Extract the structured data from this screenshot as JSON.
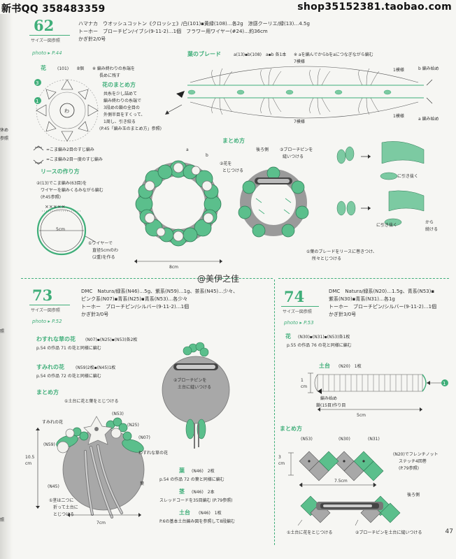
{
  "watermark": {
    "left": "新书QQ 358483359",
    "right": "shop35152381.taobao.com",
    "credit": "@美伊之佳"
  },
  "page_number": "47",
  "left_edge": [
    "休め",
    "参照",
    "照",
    "照"
  ],
  "s62": {
    "number": "62",
    "size": "サイズ一図参照",
    "photo": "photo ▸ P.44",
    "materials": [
      "ハマナカ　ウオッシュコットン《クロッシェ》/白(101)▪黄緑(108)…各2g　涼感クーリエ/緑(13)…4.5g",
      "トーホー　ブローチピン/イブシ(9-11-2)…1個　フラワー用ワイヤー(#24)…約36cm",
      "かぎ針2/0号"
    ],
    "flower": {
      "heading": "花",
      "c1": "(101)",
      "c2": "8個",
      "circle3": "③",
      "circle1": "①",
      "center": "わ",
      "note1": "※ 編み終わりの糸端を",
      "note2": "長めに残す"
    },
    "summary": {
      "heading": "花のまとめ方",
      "lines": [
        "共糸を少し詰めて",
        "編み終わりの糸端で",
        "3段めの鎖の全目の",
        "外側半目をすくって、",
        "1周し、引き絞る",
        "(P.45「編み玉のまとめ方」参照)"
      ]
    },
    "legend": {
      "l1": "=こま編み2目のすじ編み",
      "l2": "=こま編み2目一度のすじ編み"
    },
    "wreath_make": {
      "heading": "リースの作り方",
      "lines": [
        "②(13)でこま編み(63目)を",
        "ワイヤーを編みくるみながら編む",
        "(P.45参照)"
      ],
      "dim": "5cm",
      "note1": "①ワイヤーで",
      "note2": "直径5cmのわ",
      "note3": "(2重)を作る"
    },
    "braid": {
      "heading": "葉のブレード",
      "spec": "a(13)▪b(108)　a▪b 各1本",
      "note": "※ aを編んでからbをaにつなぎながら編む",
      "rep1": "7模様",
      "rep2": "7模様",
      "one1": "1模様",
      "one2": "1模様",
      "b_start": "b 編み始め",
      "a_start": "a 編み始め"
    },
    "assembly": {
      "heading": "まとめ方",
      "back": "後ろ側",
      "pin1": "③ブローチピンを",
      "pin2": "縫いつける",
      "a": "a",
      "b": "b",
      "flower_attach1": "②花を",
      "flower_attach2": "とじつける",
      "dim": "8cm",
      "leaf1": "①葉のブレードをリースに巻きつけ、",
      "leaf2": "所々とじつける"
    },
    "side": {
      "pull1": "に引き抜く",
      "pull2": "に引き抜く",
      "cont1": "から",
      "cont2": "続ける"
    }
  },
  "s73": {
    "number": "73",
    "size": "サイズ一図参照",
    "photo": "photo ▸ P.52",
    "materials": [
      "DMC　Natura/緑系(N46)…5g、紫系(N59)…1g、茶系(N45)…少々、",
      "ピンク系(N07)▪青系(N25)▪青系(N53)…各少々",
      "トーホー　ブローチピン/シルバー(9-11-2)…1個",
      "かぎ針3/0号"
    ],
    "forget": {
      "heading": "わすれな草の花",
      "spec": "(N07)▪(N25)▪(N53)各2枚",
      "ref": "p.54 の作品 71 の花と同様に編む"
    },
    "violet": {
      "heading": "すみれの花",
      "spec": "(N59)2枚▪(N45)1枚",
      "ref": "p.54 の作品 72 の花と同様に編む"
    },
    "assembly": {
      "heading": "まとめ方",
      "step1": "①土台に花と葉をとじつける",
      "violet": "すみれの花",
      "c53": "(N53)",
      "c25": "(N25)",
      "c59": "(N59)",
      "c07": "(N07)",
      "c45": "(N45)",
      "forget_label": "わすれな草の花",
      "leaf": "葉",
      "dim_h": "10.5 cm",
      "dim_w": "7cm",
      "stem1": "①茎は二つに",
      "stem2": "折って土台に",
      "stem3": "とじつける",
      "pin1": "②ブローチピンを",
      "pin2": "土台に縫いつける"
    },
    "leaf": {
      "heading": "葉",
      "spec": "(N46)　2枚",
      "ref": "p.54 の作品 72 の葉と同様に編む"
    },
    "stem": {
      "heading": "茎",
      "spec": "(N46)　2本",
      "ref": "スレッドコードを35目編む (P.79参照)"
    },
    "base": {
      "heading": "土台",
      "spec": "(N46)　1枚",
      "ref": "P.6の基本土台編み図を参照して8段編む"
    }
  },
  "s74": {
    "number": "74",
    "size": "サイズ一図参照",
    "photo": "photo ▸ P.53",
    "materials": [
      "DMC　Natura/緑系(N20)…1.5g、青系(N53)▪",
      "紫系(N30)▪青系(N31)…各1g",
      "トーホー　ブローチピン/シルバー(9-11-2)…1個",
      "かぎ針3/0号"
    ],
    "flower": {
      "heading": "花",
      "spec": "(N30)▪(N31)▪(N53)各1枚",
      "ref": "p.55 の作品 76 の花と同様に編む"
    },
    "base": {
      "heading": "土台",
      "spec": "(N20)　1枚",
      "start1": "編み始め",
      "start2": "鎖(15目)作り目",
      "dim_h": "1 cm",
      "dim_w": "5cm",
      "step": "① "
    },
    "assembly": {
      "heading": "まとめ方",
      "c53": "(N53)",
      "c30": "(N30)",
      "c31": "(N31)",
      "dim_h": "3 cm",
      "dim_w": "7.5cm",
      "knot1": "(N20)でフレンチノット",
      "knot2": "ステッチ4回巻",
      "knot3": "(P.79参照)",
      "back": "後ろ側",
      "step1": "①土台に花をとじつける",
      "step2": "②ブローチピンを土台に縫いつける"
    }
  }
}
